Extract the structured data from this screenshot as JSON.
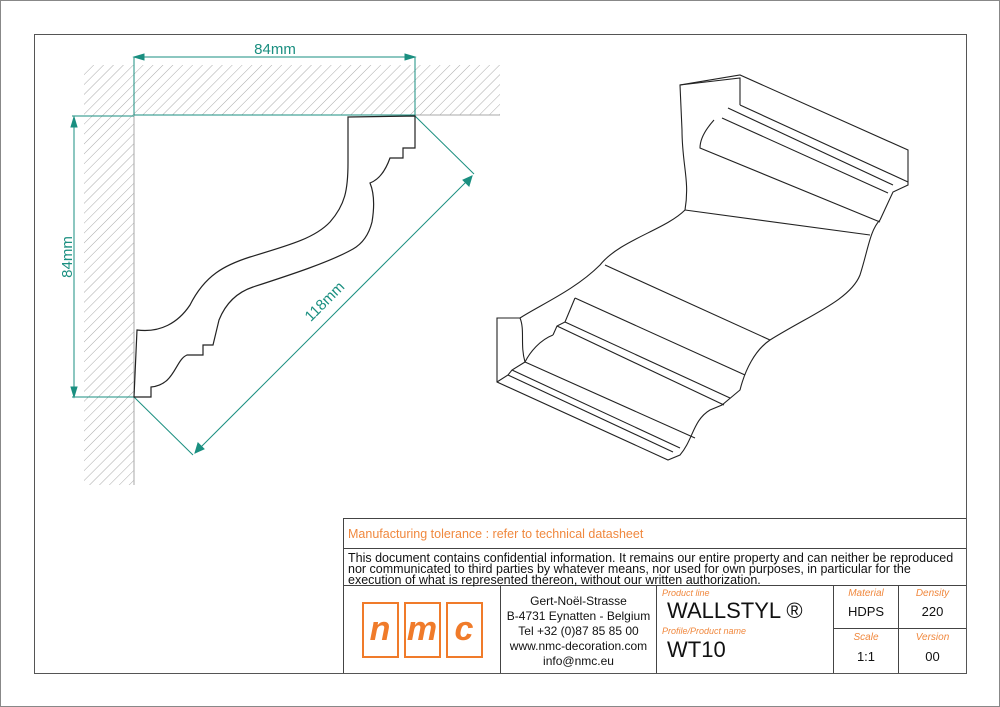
{
  "dimensions": {
    "width": "84mm",
    "height": "84mm",
    "diagonal": "118mm"
  },
  "title_block": {
    "tolerance": "Manufacturing tolerance : refer to technical datasheet",
    "confidential": "This document contains confidential information. It remains our entire property and can neither be reproduced nor communicated to third parties by whatever means, nor used for own purposes, in particular for the execution of what is represented thereon, without our written authorization.",
    "logo": [
      "n",
      "m",
      "c"
    ],
    "address": [
      "Gert-Noël-Strasse",
      "B-4731 Eynatten - Belgium",
      "Tel +32 (0)87 85 85 00",
      "www.nmc-decoration.com",
      "info@nmc.eu"
    ],
    "product_line_label": "Product line",
    "product_line": "WALLSTYL ®",
    "profile_label": "Profile/Product name",
    "profile": "WT10",
    "material_label": "Material",
    "material": "HDPS",
    "density_label": "Density",
    "density": "220",
    "scale_label": "Scale",
    "scale": "1:1",
    "version_label": "Version",
    "version": "00"
  },
  "colors": {
    "dimension": "#1a8f80",
    "accent": "#f0883e"
  }
}
